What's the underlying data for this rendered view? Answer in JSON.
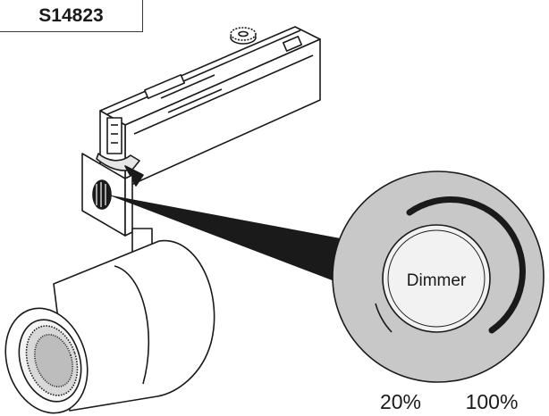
{
  "product_code": "S14823",
  "dimmer": {
    "knob_label": "Dimmer",
    "min_label": "20%",
    "max_label": "100%"
  },
  "colors": {
    "line": "#1a1a1a",
    "zoom_fill": "#c8c8c8",
    "knob_fill": "#f2f2f2"
  }
}
